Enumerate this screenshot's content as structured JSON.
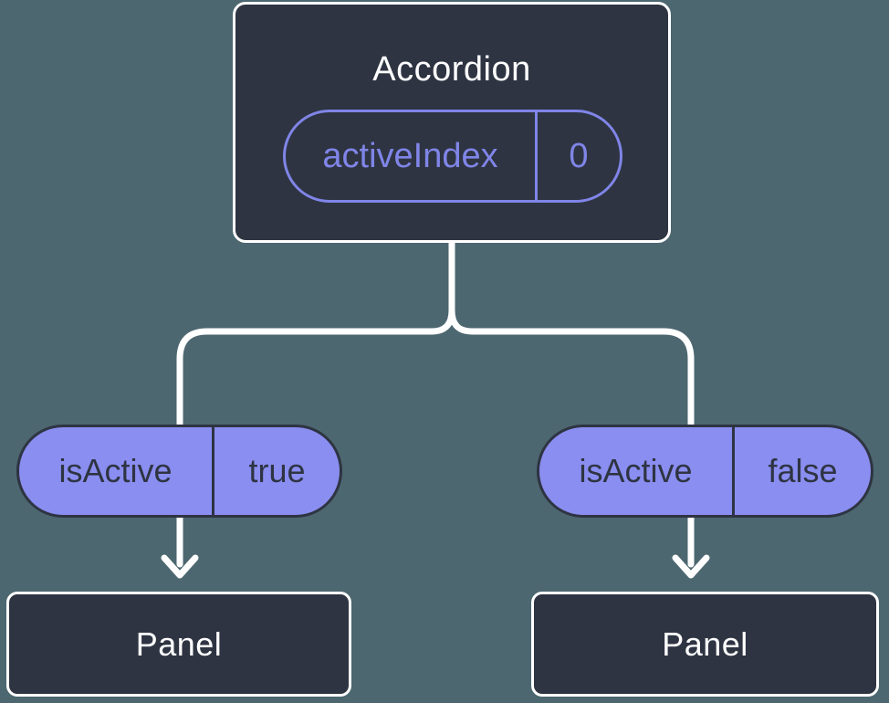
{
  "colors": {
    "background": "#4C6770",
    "node_fill": "#2E3442",
    "node_border": "#FFFFFF",
    "node_text": "#FFFFFF",
    "prop_pill_accent": "#8085E8",
    "state_pill_fill": "#8A8EF0",
    "state_pill_text": "#2E3442",
    "connector": "#FFFFFF"
  },
  "tree": {
    "root": {
      "title": "Accordion",
      "prop": {
        "name": "activeIndex",
        "value": "0"
      }
    },
    "children": [
      {
        "prop": {
          "name": "isActive",
          "value": "true"
        },
        "child": {
          "title": "Panel"
        }
      },
      {
        "prop": {
          "name": "isActive",
          "value": "false"
        },
        "child": {
          "title": "Panel"
        }
      }
    ]
  }
}
